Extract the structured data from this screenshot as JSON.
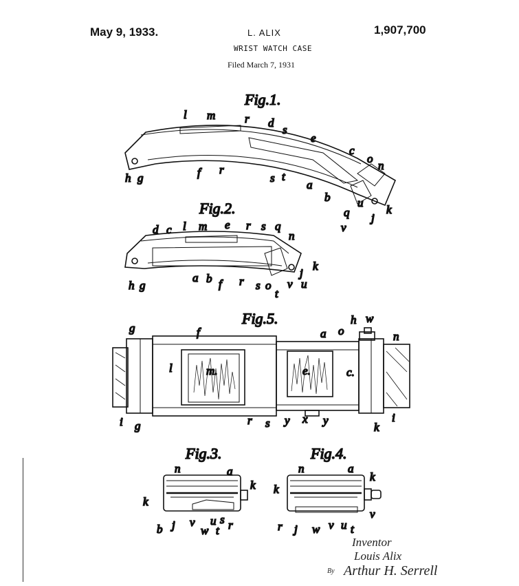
{
  "header": {
    "date": "May 9, 1933.",
    "inventor": "L. ALIX",
    "patent_number": "1,907,700",
    "title": "WRIST WATCH CASE",
    "filed": "Filed March 7, 1931"
  },
  "figures": {
    "fig1": {
      "title": "Fig.1.",
      "labels": [
        "l",
        "m",
        "r",
        "d",
        "s",
        "e",
        "c",
        "o",
        "n",
        "h",
        "g",
        "f",
        "r",
        "s",
        "t",
        "a",
        "b",
        "q",
        "u",
        "j",
        "k",
        "v"
      ]
    },
    "fig2": {
      "title": "Fig.2.",
      "labels": [
        "d",
        "c",
        "l",
        "m",
        "e",
        "r",
        "s",
        "q",
        "n",
        "k",
        "j",
        "u",
        "h",
        "g",
        "a",
        "b",
        "f",
        "r",
        "s",
        "o",
        "t",
        "v"
      ]
    },
    "fig5": {
      "title": "Fig.5.",
      "labels": [
        "g",
        "f",
        "a",
        "o",
        "h",
        "w",
        "n",
        "l",
        "m.",
        "e.",
        "c.",
        "i",
        "g",
        "r",
        "s",
        "y",
        "x",
        "y",
        "k",
        "i"
      ]
    },
    "fig3": {
      "title": "Fig.3.",
      "labels": [
        "n",
        "a",
        "k",
        "k",
        "b",
        "j",
        "v",
        "w",
        "t",
        "u",
        "s",
        "r"
      ]
    },
    "fig4": {
      "title": "Fig.4.",
      "labels": [
        "n",
        "a",
        "k",
        "k",
        "r",
        "j",
        "w",
        "v",
        "u",
        "t",
        "v"
      ]
    }
  },
  "signature": {
    "inventor_label": "Inventor",
    "inventor_name": "Louis Alix",
    "by": "By",
    "attorney": "Arthur H. Serrell"
  }
}
